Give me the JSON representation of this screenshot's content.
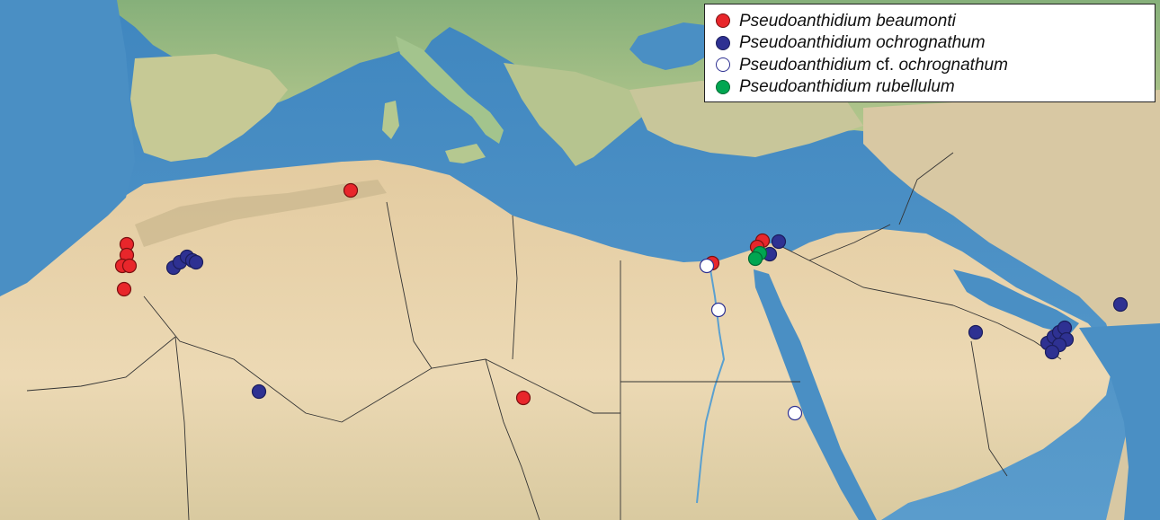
{
  "legend": {
    "items": [
      {
        "genus": "Pseudoanthidium",
        "qualifier": "",
        "species": "beaumonti",
        "fill": "#e8262b",
        "stroke": "#7a1010"
      },
      {
        "genus": "Pseudoanthidium",
        "qualifier": "",
        "species": "ochrognathum",
        "fill": "#2e3192",
        "stroke": "#1b1d5c"
      },
      {
        "genus": "Pseudoanthidium",
        "qualifier": "cf.",
        "species": "ochrognathum",
        "fill": "#ffffff",
        "stroke": "#2e3192"
      },
      {
        "genus": "Pseudoanthidium",
        "qualifier": "",
        "species": "rubellulum",
        "fill": "#00a651",
        "stroke": "#006b34"
      }
    ]
  },
  "colors": {
    "sea": "#4a8fc4",
    "sea_light": "#6ba7d6",
    "land_north": "#9fc08a",
    "land_desert": "#e9d4ad",
    "land_dry": "#dcc49a",
    "border": "#333333"
  }
}
